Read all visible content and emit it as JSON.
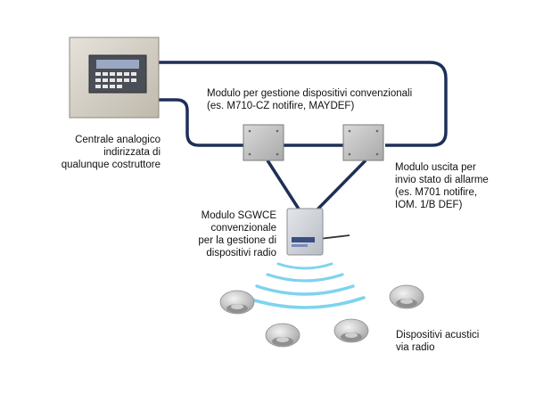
{
  "labels": {
    "control_panel": [
      "Centrale analogico",
      "indirizzata di",
      "qualunque costruttore"
    ],
    "conventional_module": [
      "Modulo per gestione dispositivi convenzionali",
      "(es. M710-CZ notifire, MAYDEF)"
    ],
    "output_module": [
      "Modulo uscita per",
      "invio stato di allarme",
      "(es. M701 notifire,",
      "IOM. 1/B DEF)"
    ],
    "sgwce_module": [
      "Modulo SGWCE",
      "convenzionale",
      "per la gestione di",
      "dispositivi radio"
    ],
    "acoustic_devices": [
      "Dispositivi acustici",
      "via radio"
    ]
  },
  "colors": {
    "cable": "#1e2f57",
    "radio_waves": "#7fd3ee",
    "panel_body": "#d7d2c8",
    "module_box": "#c6c6c6",
    "sgwce_box": "#d6d8dc"
  }
}
